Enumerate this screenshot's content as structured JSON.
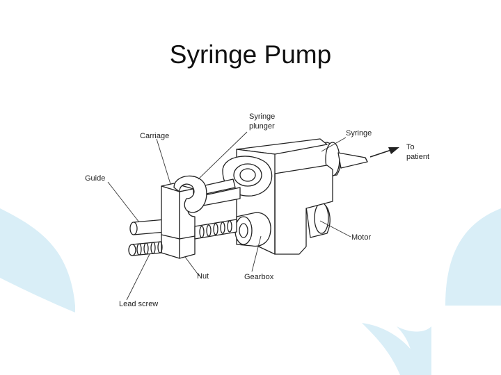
{
  "title": "Syringe Pump",
  "colors": {
    "background_accent": "#d9eef7",
    "ink": "#222222"
  },
  "labels": {
    "syringe_plunger": [
      "Syringe",
      "plunger"
    ],
    "carriage": "Carriage",
    "syringe": "Syringe",
    "to_patient": [
      "To",
      "patient"
    ],
    "guide": "Guide",
    "motor": "Motor",
    "nut": "Nut",
    "gearbox": "Gearbox",
    "lead_screw": "Lead screw"
  }
}
